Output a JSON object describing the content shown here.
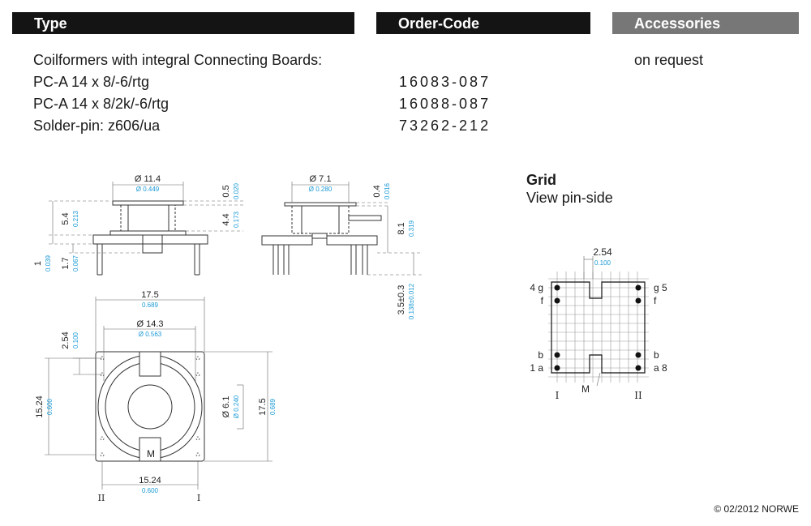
{
  "header": {
    "type_label": "Type",
    "order_code_label": "Order-Code",
    "accessories_label": "Accessories"
  },
  "products": {
    "intro": "Coilformers with integral Connecting Boards:",
    "accessories_note": "on request",
    "rows": [
      {
        "type": "PC-A 14 x 8/-6/rtg",
        "code": "16083-087"
      },
      {
        "type": "PC-A 14 x 8/2k/-6/rtg",
        "code": "16088-087"
      },
      {
        "type": "Solder-pin: z606/ua",
        "code": "73262-212"
      }
    ]
  },
  "grid": {
    "title": "Grid",
    "subtitle": "View pin-side",
    "pitch_mm": "2.54",
    "pitch_in": "0.100",
    "pin_labels": {
      "left_top": "4 g",
      "left_second": "f",
      "left_third": "b",
      "left_bottom": "1 a",
      "right_top": "g 5",
      "right_second": "f",
      "right_third": "b",
      "right_bottom": "a 8",
      "marker": "M",
      "side_left": "I",
      "side_right": "II"
    }
  },
  "drawing": {
    "side1": {
      "width_mm": "Ø 11.4",
      "width_in": "Ø 0.449",
      "top_mm": "0.5",
      "top_in": "0.020",
      "inner_mm": "4.4",
      "inner_in": "0.173",
      "height_mm": "5.4",
      "height_in": "0.213",
      "base_mm": "1",
      "base_in": "0.039",
      "board_mm": "1.7",
      "board_in": "0.067"
    },
    "side2": {
      "width_mm": "Ø 7.1",
      "width_in": "Ø 0.280",
      "top_mm": "0.4",
      "top_in": "0.016",
      "height_mm": "8.1",
      "height_in": "0.319",
      "pin_mm": "3.5±0.3",
      "pin_in": "0.138±0.012"
    },
    "top_view": {
      "width_mm": "17.5",
      "width_in": "0.689",
      "dia_mm": "Ø 14.3",
      "dia_in": "Ø 0.563",
      "pitch_mm": "2.54",
      "pitch_in": "0.100",
      "height_mm": "15.24",
      "height_in": "0.600",
      "core_mm": "Ø 6.1",
      "core_in": "Ø 0.240",
      "side_mm": "17.5",
      "side_in": "0.689",
      "bottom_mm": "15.24",
      "bottom_in": "0.600",
      "marker": "M",
      "side_left": "II",
      "side_right": "I"
    }
  },
  "footer": {
    "copyright": "© 02/2012 NORWE"
  }
}
